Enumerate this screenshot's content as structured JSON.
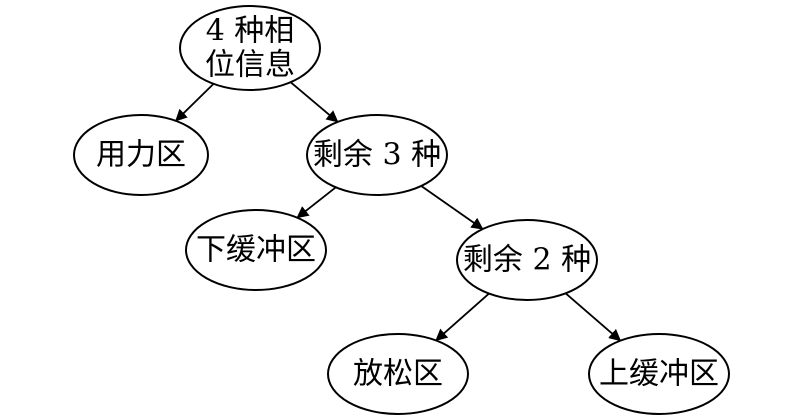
{
  "nodes": [
    {
      "id": "root",
      "lines": [
        "4 种相",
        "位信息"
      ]
    },
    {
      "id": "force",
      "lines": [
        "用力区"
      ]
    },
    {
      "id": "remain3",
      "lines": [
        "剩余 3 种"
      ]
    },
    {
      "id": "lower-buffer",
      "lines": [
        "下缓冲区"
      ]
    },
    {
      "id": "remain2",
      "lines": [
        "剩余 2 种"
      ]
    },
    {
      "id": "relax",
      "lines": [
        "放松区"
      ]
    },
    {
      "id": "upper-buffer",
      "lines": [
        "上缓冲区"
      ]
    }
  ],
  "edges": [
    {
      "from": "root",
      "to": "force"
    },
    {
      "from": "root",
      "to": "remain3"
    },
    {
      "from": "remain3",
      "to": "lower-buffer"
    },
    {
      "from": "remain3",
      "to": "remain2"
    },
    {
      "from": "remain2",
      "to": "relax"
    },
    {
      "from": "remain2",
      "to": "upper-buffer"
    }
  ],
  "colors": {
    "stroke": "#000000",
    "fill": "#ffffff",
    "text": "#000000"
  }
}
